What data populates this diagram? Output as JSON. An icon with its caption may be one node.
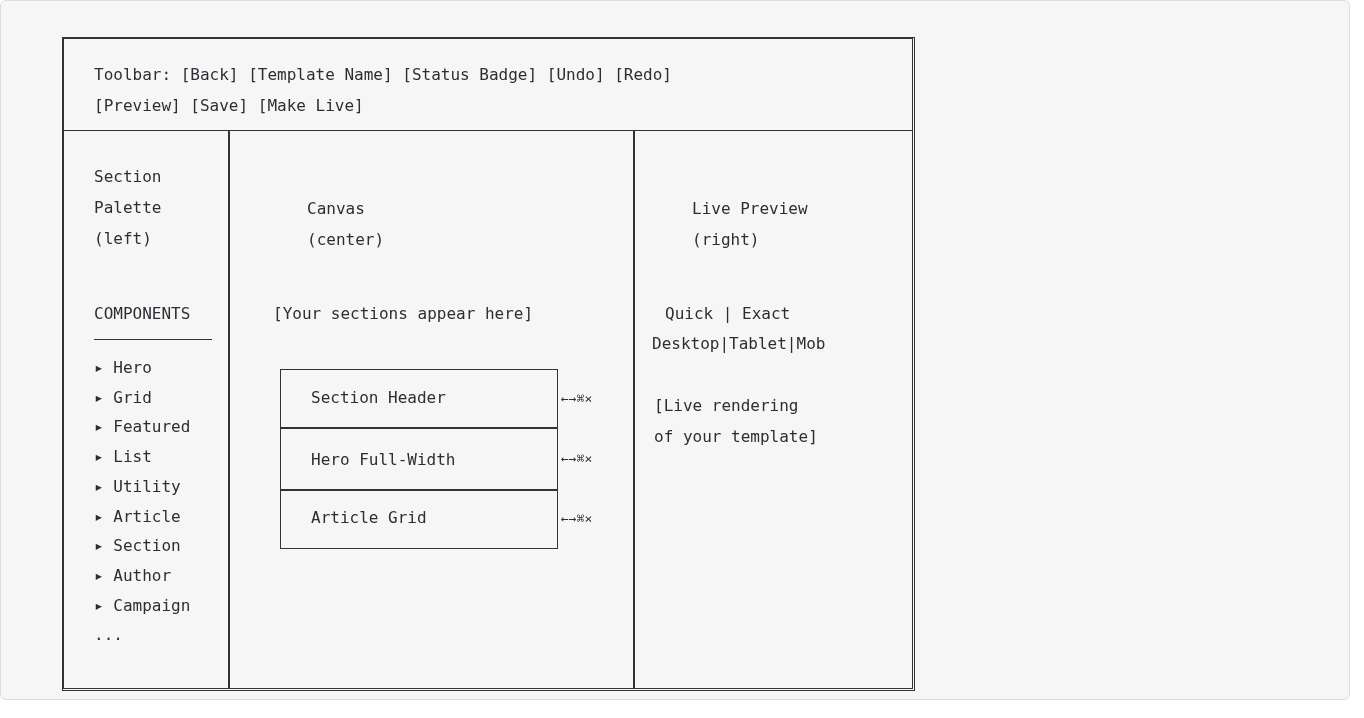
{
  "diagram": {
    "nodes": [
      {
        "text": [],
        "shape": "box"
      },
      {
        "text": [
          "Toolbar: [Back] [Template Name] [Status Badge] [Undo] [Redo] [Preview] [Save] [Make Live]"
        ],
        "in": 0
      },
      {
        "text": [
          "Section Palette (left)",
          "COMPONENTS",
          "▸ Hero",
          "▸ Grid",
          "▸ Featured",
          "▸ List",
          "▸ Utility",
          "▸ Article",
          "▸ Section",
          "▸ Author",
          "▸ Campaign",
          "..."
        ],
        "in": 0
      },
      {
        "text": [
          "Canvas (center)",
          "[Your sections appear here]"
        ],
        "in": 0
      },
      {
        "text": [
          "Section Header"
        ],
        "in": 3,
        "beside": [
          "←→⌘×"
        ]
      },
      {
        "text": [
          "Hero Full-Width"
        ],
        "in": 3,
        "beside": [
          "←→⌘×"
        ]
      },
      {
        "text": [
          "Article Grid"
        ],
        "in": 3,
        "beside": [
          "←→⌘×"
        ]
      },
      {
        "text": [
          "Live Preview (right)",
          "Quick | Exact",
          "Desktop|Tablet|Mob",
          "[Live rendering of your template]"
        ],
        "in": 0
      }
    ]
  }
}
